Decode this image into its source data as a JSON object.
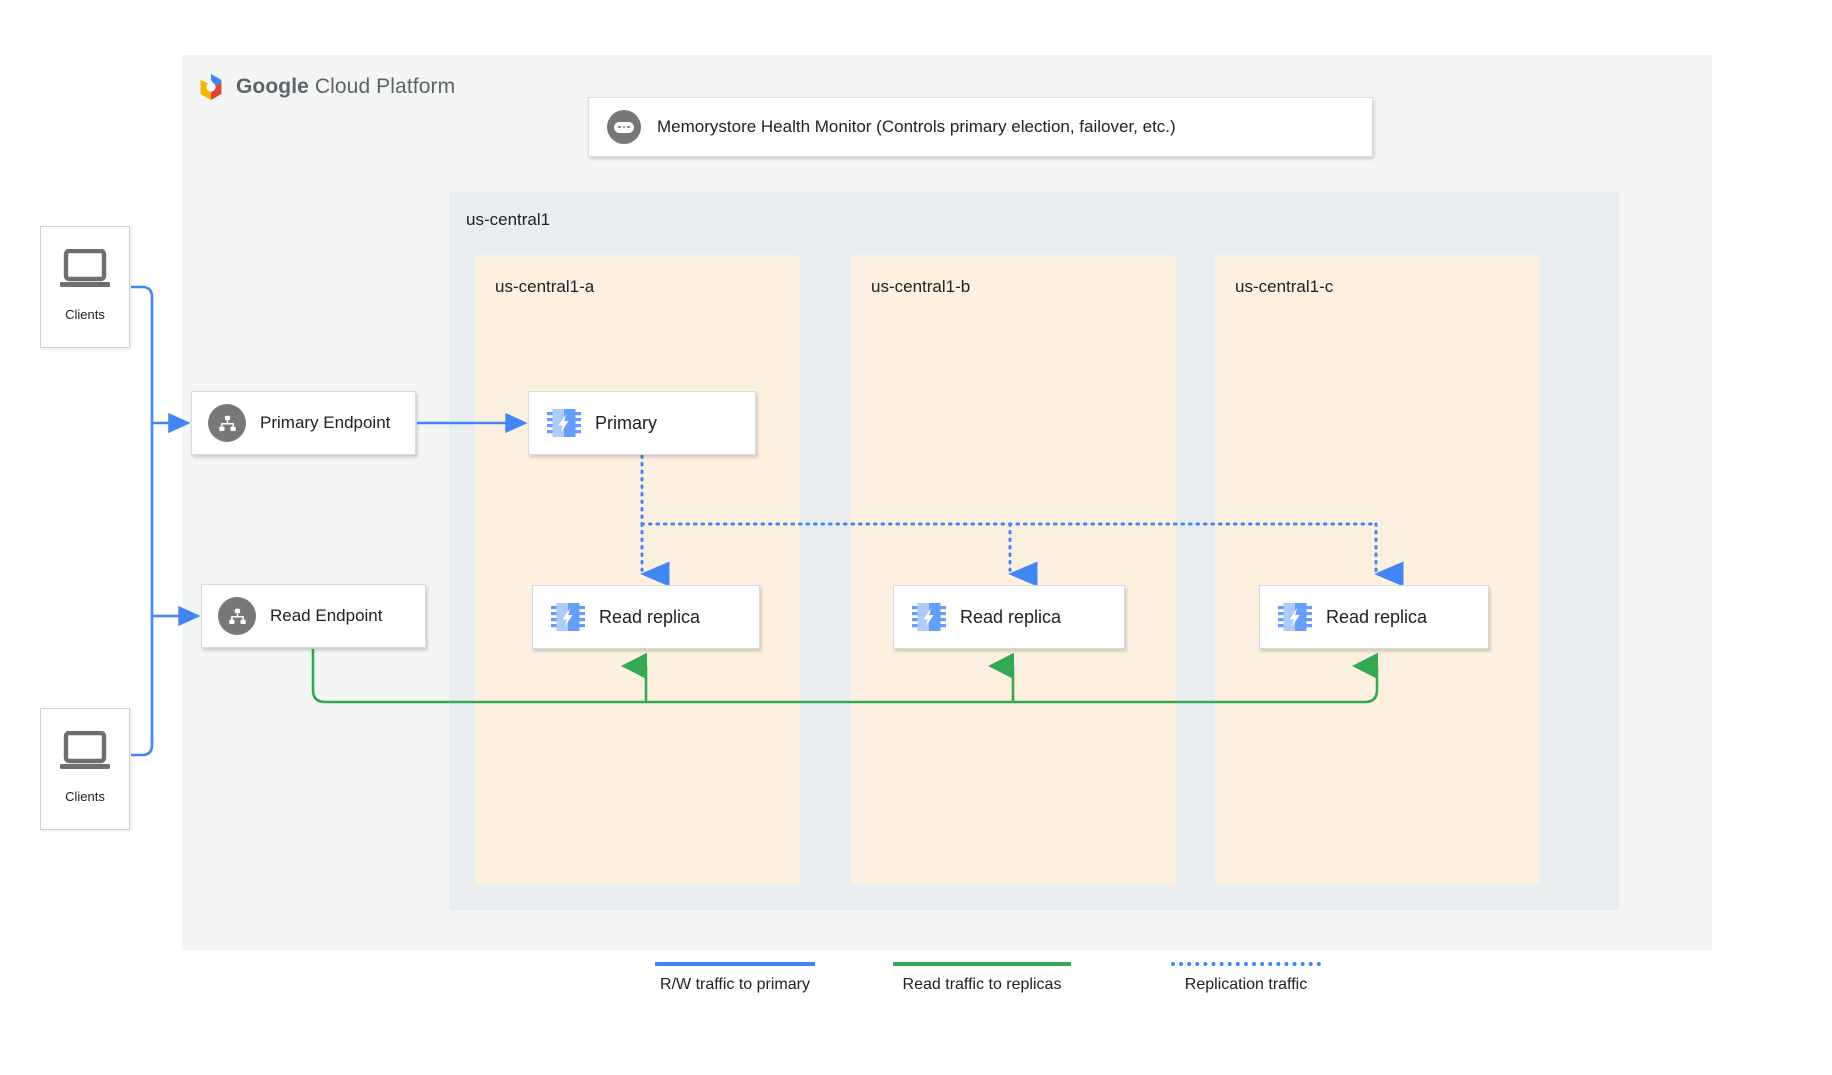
{
  "brand": {
    "name_bold": "Google",
    "name_light": " Cloud Platform",
    "logo_icon": "gcp-hexagon-logo",
    "colors": {
      "blue": "#4285f4",
      "red": "#db4437",
      "yellow": "#f4b400",
      "green": "#34a853",
      "gray": "#787878"
    }
  },
  "health_monitor": {
    "icon": "dots-badge-icon",
    "label": "Memorystore Health Monitor (Controls primary election, failover, etc.)"
  },
  "region": {
    "label": "us-central1",
    "background": "#e9edf0"
  },
  "zones": [
    {
      "label": "us-central1-a",
      "node": {
        "icon": "memorystore-chip-icon",
        "label": "Primary"
      },
      "replica": {
        "icon": "memorystore-chip-icon",
        "label": "Read replica"
      }
    },
    {
      "label": "us-central1-b",
      "node": null,
      "replica": {
        "icon": "memorystore-chip-icon",
        "label": "Read replica"
      }
    },
    {
      "label": "us-central1-c",
      "node": null,
      "replica": {
        "icon": "memorystore-chip-icon",
        "label": "Read replica"
      }
    }
  ],
  "endpoints": [
    {
      "icon": "network-hierarchy-icon",
      "label": "Primary Endpoint"
    },
    {
      "icon": "network-hierarchy-icon",
      "label": "Read Endpoint"
    }
  ],
  "clients": [
    {
      "icon": "laptop-icon",
      "label": "Clients"
    },
    {
      "icon": "laptop-icon",
      "label": "Clients"
    }
  ],
  "legend": [
    {
      "label": "R/W traffic to primary",
      "style": "solid",
      "color": "#4285f4"
    },
    {
      "label": "Read traffic to replicas",
      "style": "solid",
      "color": "#34a853"
    },
    {
      "label": "Replication traffic",
      "style": "dotted",
      "color": "#4285f4"
    }
  ]
}
